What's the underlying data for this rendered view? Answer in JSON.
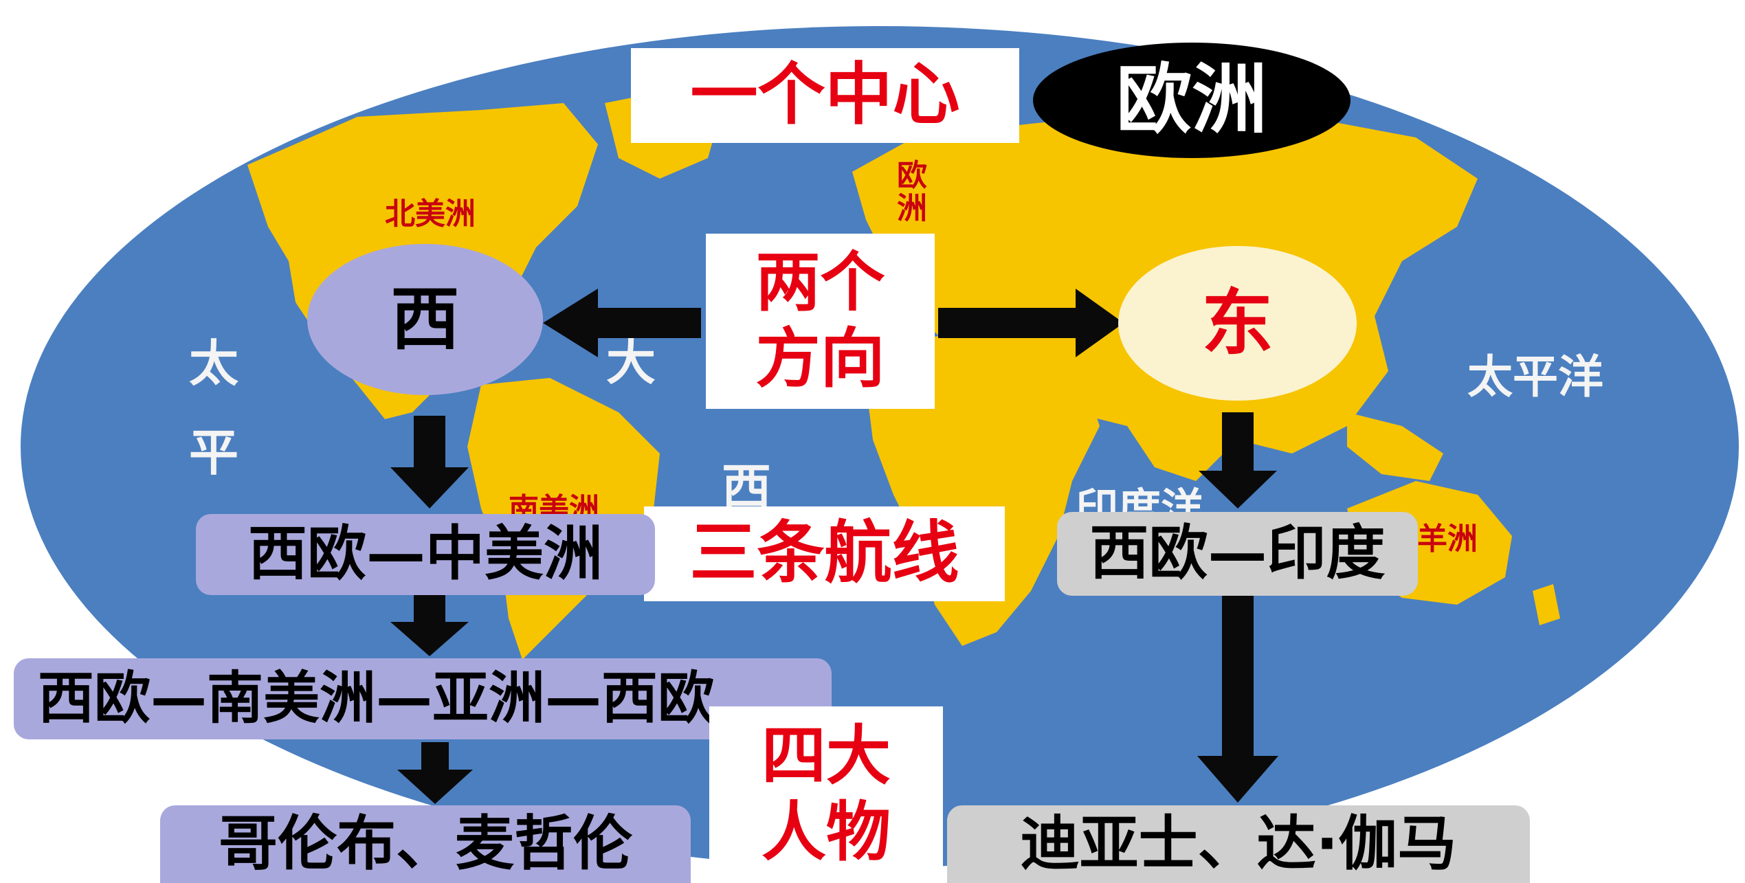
{
  "colors": {
    "ocean": "#4b7fc0",
    "land": "#f7c400",
    "center_red": "#e60012",
    "west_circle": "#a9a8dc",
    "east_circle": "#fbf3cf",
    "route_purple": "#a9a8dc",
    "route_gray": "#cfcfcf",
    "arrow": "#0a0a0a"
  },
  "map_labels": {
    "north_america": "北美洲",
    "south_america": "南美洲",
    "europe": "欧洲",
    "oceania_partial": "羊洲",
    "pacific_west_1": "太",
    "pacific_west_2": "平",
    "atlantic_1": "大",
    "atlantic_2": "西",
    "indian_ocean": "印度洋",
    "pacific_east": "太平洋"
  },
  "one_center": {
    "label": "一个中心",
    "value": "欧洲"
  },
  "two_directions": {
    "label": "两个\n方向",
    "west": "西",
    "east": "东"
  },
  "three_routes": {
    "label": "三条航线",
    "west_route_1": "西欧—中美洲",
    "west_route_2": "西欧—南美洲—亚洲—西欧",
    "east_route": "西欧—印度"
  },
  "four_people": {
    "label": "四大\n人物",
    "west_people": "哥伦布、麦哲伦",
    "east_people": "迪亚士、达·伽马"
  }
}
